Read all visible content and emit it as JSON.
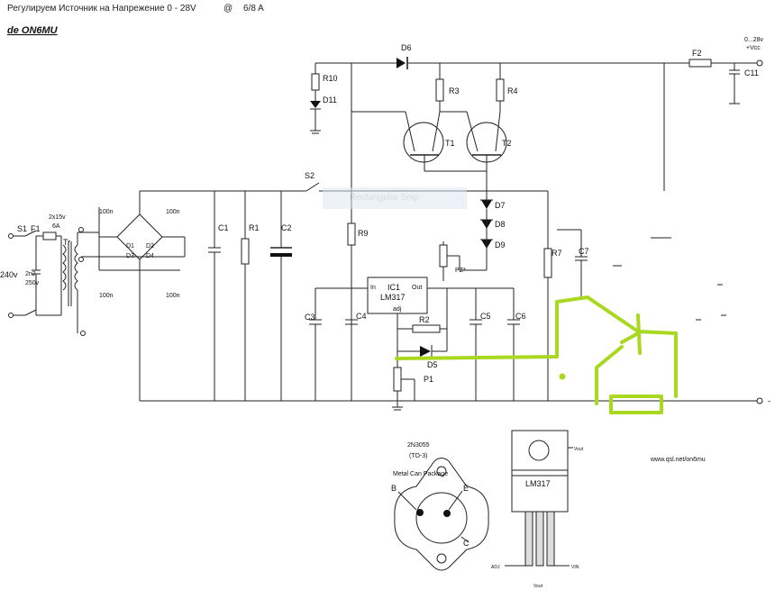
{
  "header": {
    "title": "Регулируем Источник на Напрежение 0 - 28V",
    "at": "@",
    "current": "6/8 A",
    "author": "de ON6MU"
  },
  "colors": {
    "wire": "#222222",
    "annotation": "#a8d820",
    "snip_overlay": "#dfe8f2"
  },
  "overlay": {
    "snip_label": "Rectangular Snip"
  },
  "labels": {
    "d6": "D6",
    "r10": "R10",
    "d11": "D11",
    "r3": "R3",
    "r4": "R4",
    "t1": "T1",
    "t2": "T2",
    "f2": "F2",
    "c11": "C11",
    "vcc_range": "0...28v",
    "vcc": "+Vcc",
    "s2": "S2",
    "s1": "S1",
    "f1": "F1",
    "tr": "Tr",
    "sec": "2x15v",
    "amp": "6A",
    "mains": "240v",
    "cap2n2": "2n2",
    "cap250v": "250v",
    "n100_1": "100n",
    "n100_2": "100n",
    "n100_3": "100n",
    "n100_4": "100n",
    "d1": "D1",
    "d2": "D2",
    "d3": "D3",
    "d4": "D4",
    "c1": "C1",
    "r1": "R1",
    "c2": "C2",
    "r9": "R9",
    "d7": "D7",
    "d8": "D8",
    "d9": "D9",
    "pz": "PZ*",
    "r7": "R7",
    "c7": "C7",
    "ic1": "IC1",
    "lm317": "LM317",
    "in": "In",
    "out": "Out",
    "adj": "adj",
    "c3": "C3",
    "c4": "C4",
    "r2": "R2",
    "c5": "C5",
    "c6": "C6",
    "d5": "D5",
    "p1": "P1",
    "minus": "-"
  },
  "package_2n3055": {
    "name": "2N3055",
    "type": "(TO-3)",
    "desc": "Metal Can Package",
    "b": "B",
    "e": "E",
    "c": "C"
  },
  "package_lm317": {
    "name": "LM317",
    "vout": "Vout",
    "adj": "ADJ",
    "vin": "VIN",
    "vout_bottom": "Vout"
  },
  "website": "www.qsl.net/on6mu"
}
